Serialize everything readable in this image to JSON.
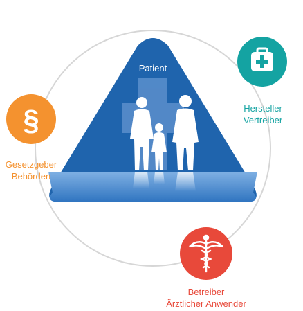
{
  "center": {
    "label": "Patient"
  },
  "nodes": {
    "manufacturer": {
      "line1": "Hersteller",
      "line2": "Vertreiber",
      "icon": "first-aid-kit-icon",
      "color": "#14a3a2"
    },
    "legislator": {
      "line1": "Gesetzgeber",
      "line2": "Behörden",
      "icon": "section-sign-icon",
      "color": "#f4922f"
    },
    "operator": {
      "line1": "Betreiber",
      "line2": "Ärztlicher Anwender",
      "icon": "caduceus-icon",
      "color": "#e8493a"
    }
  },
  "colors": {
    "triangle": "#1f64ad",
    "ring": "#d6d6d6",
    "cross": "#5b8fcc"
  }
}
